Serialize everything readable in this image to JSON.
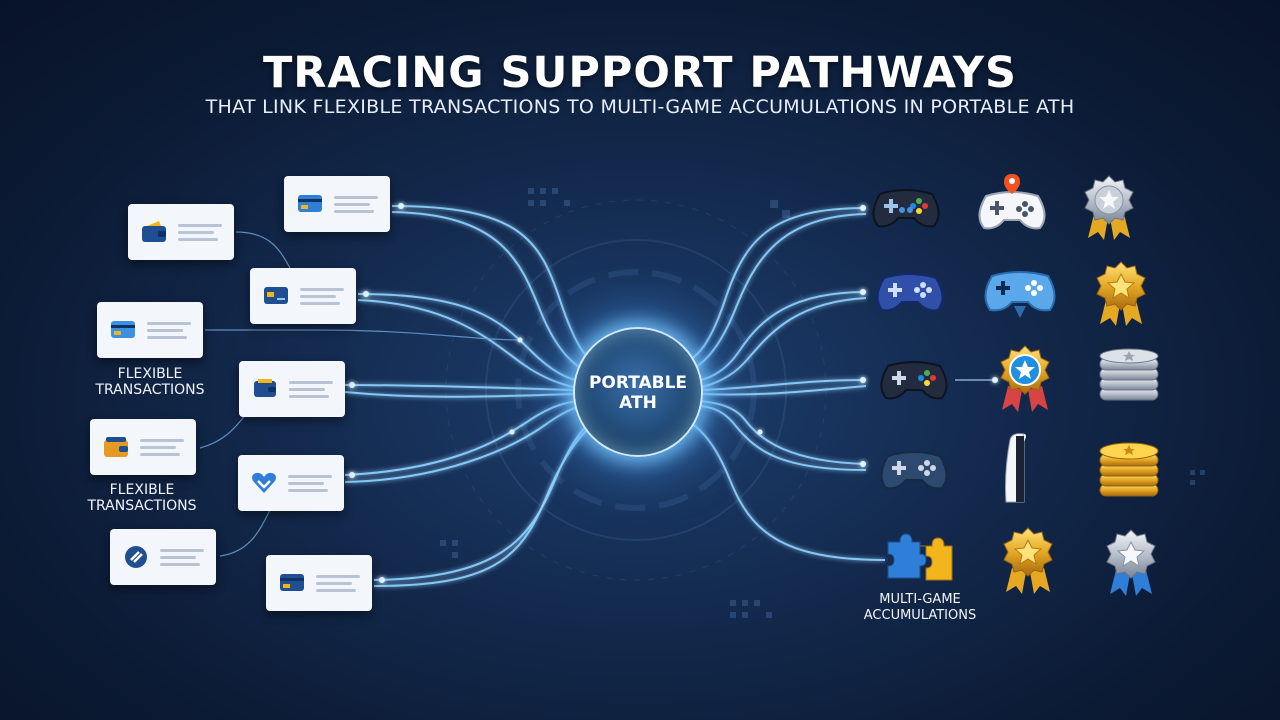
{
  "header": {
    "title": "TRACING SUPPORT PATHWAYS",
    "subtitle": "THAT LINK FLEXIBLE TRANSACTIONS TO MULTI-GAME ACCUMULATIONS IN PORTABLE ATH"
  },
  "hub": {
    "line1": "PORTABLE",
    "line2": "ATH"
  },
  "left": {
    "label_a": {
      "line1": "FLEXIBLE",
      "line2": "TRANSACTIONS"
    },
    "label_b": {
      "line1": "FLEXIBLE",
      "line2": "TRANSACTIONS"
    },
    "cards": [
      {
        "icon": "wallet-icon"
      },
      {
        "icon": "credit-card-icon"
      },
      {
        "icon": "credit-card-icon"
      },
      {
        "icon": "credit-card-icon"
      },
      {
        "icon": "wallet-icon"
      },
      {
        "icon": "wallet-icon"
      },
      {
        "icon": "heart-hands-icon"
      },
      {
        "icon": "transfer-icon"
      },
      {
        "icon": "credit-card-icon"
      }
    ]
  },
  "right": {
    "label": {
      "line1": "MULTI-GAME",
      "line2": "ACCUMULATIONS"
    },
    "icons": [
      "gamepad-icon",
      "gamepad-with-pin-icon",
      "silver-badge-icon",
      "gamepad-icon",
      "gamepad-icon",
      "gold-badge-icon",
      "gamepad-icon",
      "award-ribbon-icon",
      "silver-coin-stack-icon",
      "gamepad-icon",
      "console-icon",
      "gold-coin-stack-icon",
      "puzzle-icon",
      "gold-medal-icon",
      "silver-medal-icon"
    ]
  },
  "colors": {
    "background": "#0b1a33",
    "glow": "#8fd3ff",
    "card": "#f3f6fb",
    "accent_blue": "#1f5fa8",
    "gold": "#e5a823",
    "silver": "#b8c0cc"
  }
}
